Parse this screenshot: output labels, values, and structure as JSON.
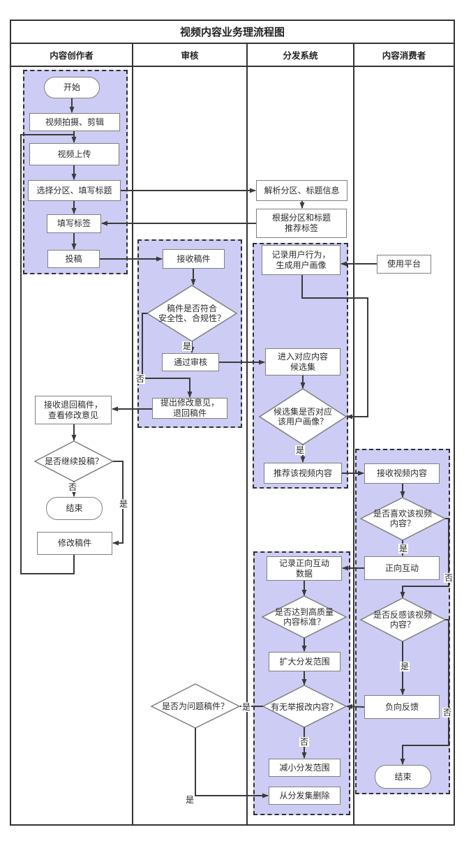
{
  "title": "视频内容业务理流程图",
  "lanes": [
    {
      "label": "内容创作者"
    },
    {
      "label": "审核"
    },
    {
      "label": "分发系统"
    },
    {
      "label": "内容消费者"
    }
  ],
  "edge_labels": {
    "yes": "是",
    "no": "否"
  },
  "colors": {
    "group_fill": "#cdccf4",
    "node_border": "#7f7f7f",
    "line": "#3a3a3a",
    "frame": "#333333"
  },
  "nodes": {
    "start": {
      "label": "开始"
    },
    "shoot": {
      "label": "视频拍摄、剪辑"
    },
    "upload": {
      "label": "视频上传"
    },
    "partition": {
      "label": "选择分区、填写标题"
    },
    "tags": {
      "label": "填写标签"
    },
    "submit": {
      "label": "投稿"
    },
    "receive_back": {
      "label": "接收退回稿件，\n查看修改意见"
    },
    "continue_q": {
      "label": "是否继续投稿？"
    },
    "end_creator": {
      "label": "结束"
    },
    "modify": {
      "label": "修改稿件"
    },
    "receive_ms": {
      "label": "接收稿件"
    },
    "check_q": {
      "label": "稿件是否符合\n安全性、合规性？"
    },
    "approve": {
      "label": "通过审核"
    },
    "reject": {
      "label": "提出修改意见，\n退回稿件"
    },
    "problem_q": {
      "label": "是否为问题稿件？"
    },
    "parse": {
      "label": "解析分区、标题信息"
    },
    "recommend_tags": {
      "label": "根据分区和标题\n推荐标签"
    },
    "record_user": {
      "label": "记录用户行为，\n生成用户画像"
    },
    "candidate": {
      "label": "进入对应内容\n候选集"
    },
    "candidate_q": {
      "label": "候选集是否对应\n该用户画像？"
    },
    "recommend_video": {
      "label": "推荐该视频内容"
    },
    "record_positive": {
      "label": "记录正向互动\n数据"
    },
    "quality_q": {
      "label": "是否达到高质量\n内容标准？"
    },
    "expand": {
      "label": "扩大分发范围"
    },
    "report_q": {
      "label": "有无举报改内容？"
    },
    "reduce": {
      "label": "减小分发范围"
    },
    "remove": {
      "label": "从分发集删除"
    },
    "platform": {
      "label": "使用平台"
    },
    "receive_video": {
      "label": "接收视频内容"
    },
    "like_q": {
      "label": "是否喜欢该视频\n内容？"
    },
    "positive": {
      "label": "正向互动"
    },
    "dislike_q": {
      "label": "是否反感该视频\n内容？"
    },
    "negative": {
      "label": "负向反馈"
    },
    "end_consumer": {
      "label": "结束"
    }
  }
}
